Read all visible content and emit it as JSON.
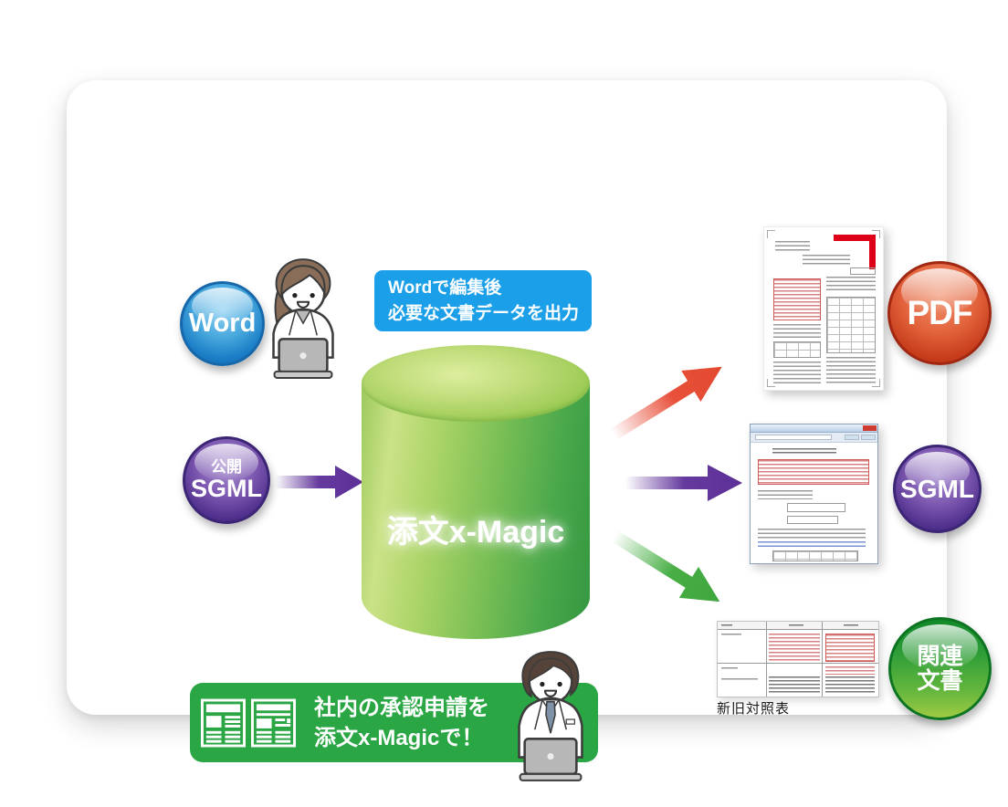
{
  "diagram": {
    "word_badge": {
      "label": "Word"
    },
    "public_sgml_badge": {
      "line1": "公開",
      "line2": "SGML"
    },
    "callout": {
      "line1": "Wordで編集後",
      "line2": "必要な文書データを出力"
    },
    "hub": {
      "label": "添文x-Magic"
    },
    "pdf_badge": {
      "label": "PDF"
    },
    "sgml_badge": {
      "label": "SGML"
    },
    "related_badge": {
      "line1": "関連",
      "line2": "文書"
    },
    "comparison_doc": {
      "caption": "新旧対照表"
    },
    "banner": {
      "line1": "社内の承認申請を",
      "line2": "添文x-Magicで！"
    },
    "colors": {
      "callout_blue": "#1b9fe8",
      "banner_green": "#2aa644",
      "cylinder_green": "#7cc056",
      "arrow_red": "#e8503a",
      "arrow_purple": "#653a9e",
      "arrow_green": "#47ae44",
      "badge_blue": "#1b7ec6",
      "badge_purple": "#4c2d8a",
      "badge_red": "#c73c1b",
      "badge_green": "#1e9232",
      "pdf_corner_red": "#dd0016"
    },
    "icons": {
      "woman": "woman-at-laptop-illustration",
      "man": "man-at-laptop-illustration",
      "doc_layout": "document-layout-icon"
    }
  }
}
